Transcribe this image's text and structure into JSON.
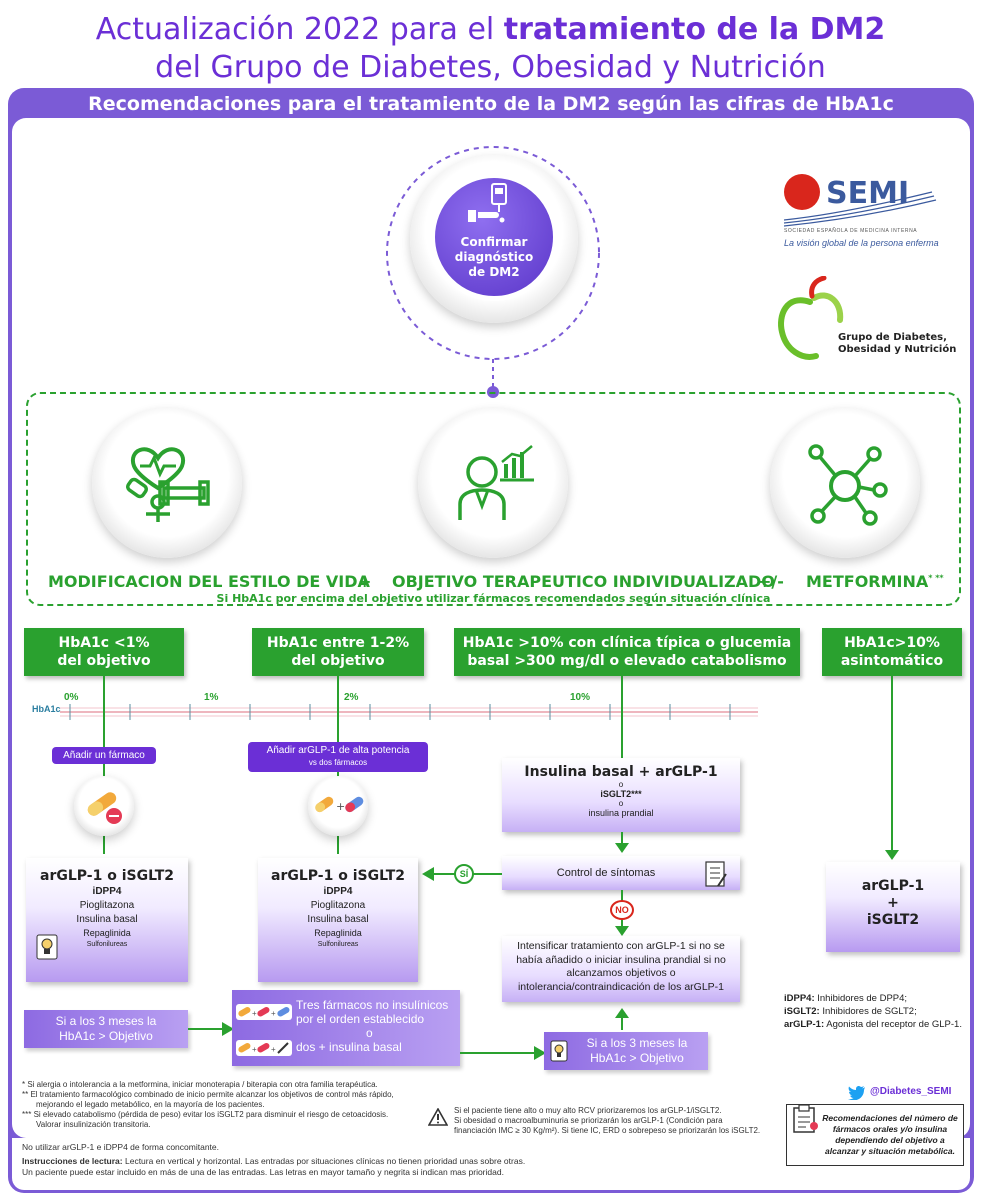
{
  "title": {
    "line1_pre": "Actualización 2022 para el ",
    "line1_bold": "tratamiento de la DM2",
    "line2": "del Grupo de Diabetes, Obesidad y Nutrición"
  },
  "banner": "Recomendaciones para el tratamiento de la DM2 según las cifras de HbA1c",
  "center_circle": {
    "line1": "Confirmar",
    "line2": "diagnóstico",
    "line3": "de DM2"
  },
  "logos": {
    "semi_name": "SEMI",
    "semi_sub": "SOCIEDAD ESPAÑOLA DE MEDICINA INTERNA",
    "semi_tagline": "La visión global de la persona enferma",
    "gdon_line1": "Grupo de Diabetes,",
    "gdon_line2": "Obesidad y Nutrición"
  },
  "pillars": {
    "p1": "MODIFICACION DEL ESTILO DE VIDA",
    "plus": "+",
    "p2": "OBJETIVO TERAPEUTICO INDIVIDUALIZADO",
    "plusminus": "+/-",
    "p3": "METFORMINA",
    "p3_sup": "* **",
    "subline": "Si HbA1c por encima del objetivo utilizar fármacos recomendados según situación clínica"
  },
  "columns": {
    "c1": {
      "line1": "HbA1c <1%",
      "line2": "del objetivo"
    },
    "c2": {
      "line1": "HbA1c entre 1-2%",
      "line2": "del objetivo"
    },
    "c3": {
      "line1": "HbA1c >10% con clínica típica o glucemia",
      "line2": "basal >300 mg/dl o elevado catabolismo"
    },
    "c4": {
      "line1": "HbA1c>10%",
      "line2": "asintomático"
    }
  },
  "scale": {
    "label": "HbA1c",
    "t0": "0%",
    "t1": "1%",
    "t2": "2%",
    "t10": "10%"
  },
  "pill1": "Añadir un fármaco",
  "pill2": {
    "line1": "Añadir arGLP-1 de alta potencia",
    "line2": "vs dos fármacos"
  },
  "box1": {
    "title": "arGLP-1 o iSGLT2",
    "l1": "iDPP4",
    "l2": "Pioglitazona",
    "l3": "Insulina basal",
    "l4": "Repaglinida",
    "l5": "Sulfonilureas"
  },
  "box2": {
    "title": "arGLP-1 o iSGLT2",
    "l1": "iDPP4",
    "l2": "Pioglitazona",
    "l3": "Insulina basal",
    "l4": "Repaglinida",
    "l5": "Sulfonilureas"
  },
  "box3": {
    "title": "Insulina basal + arGLP-1",
    "o1": "o",
    "l1": "iSGLT2***",
    "o2": "o",
    "l2": "insulina prandial"
  },
  "control": "Control de síntomas",
  "si": "SÍ",
  "no": "NO",
  "intensify": "Intensificar tratamiento con arGLP-1 si no se había añadido o iniciar insulina prandial si no alcanzamos objetivos o intolerancia/contraindicación de los arGLP-1",
  "box4": {
    "l1": "arGLP-1",
    "l2": "+",
    "l3": "iSGLT2"
  },
  "bar_left": {
    "l1": "Si a los 3 meses la",
    "l2": "HbA1c > Objetivo"
  },
  "bar_mid": {
    "l1": "Tres fármacos no insulínicos",
    "l2": "por el orden establecido",
    "o": "o",
    "l3": "dos + insulina basal"
  },
  "bar_right": {
    "l1": "Si a los 3 meses la",
    "l2": "HbA1c > Objetivo"
  },
  "glossary": {
    "g1b": "iDPP4:",
    "g1": " Inhibidores de DPP4;",
    "g2b": "iSGLT2:",
    "g2": " Inhibidores de SGLT2;",
    "g3b": "arGLP-1:",
    "g3": " Agonista del receptor de GLP-1."
  },
  "footnotes": {
    "f1": "*   Si alergia o intolerancia a la metformina, iniciar monoterapia / biterapia con otra familia terapéutica.",
    "f2a": "**   El tratamiento farmacológico combinado de inicio permite alcanzar los objetivos de control más rápido,",
    "f2b": "mejorando el legado metabólico, en la mayoría de los pacientes.",
    "f3a": "***  Si elevado catabolismo (pérdida de peso) evitar los iSGLT2 para disminuir el riesgo de cetoacidosis.",
    "f3b": "Valorar insulinización transitoria."
  },
  "warning": {
    "w1": "Si el paciente tiene alto o muy alto RCV priorizaremos los arGLP-1/iSGLT2.",
    "w2": "Si obesidad o macroalbuminuria se priorizarán los arGLP-1 (Condición para",
    "w3": "financiación IMC ≥ 30 Kg/m²). Si tiene IC, ERD o sobrepeso se priorizarán los iSGLT2."
  },
  "twitter": "@Diabetes_SEMI",
  "reco": "Recomendaciones del número de fármacos orales y/o insulina dependiendo del objetivo a alcanzar y situación metabólica.",
  "bottom": {
    "b1": "No utilizar arGLP-1 e iDPP4 de forma concomitante.",
    "b2b": "Instrucciones de lectura:",
    "b2": " Lectura en vertical y horizontal. Las entradas por situaciones clínicas no tienen prioridad unas sobre otras.",
    "b3": "Un paciente puede estar incluido en más de una de las entradas. Las letras en mayor tamaño y negrita si indican mas prioridad."
  },
  "colors": {
    "purple": "#6b2fd6",
    "green": "#2aa12f",
    "frame": "#7b5bd6",
    "red": "#d9261c",
    "blue": "#3b5a9e"
  }
}
